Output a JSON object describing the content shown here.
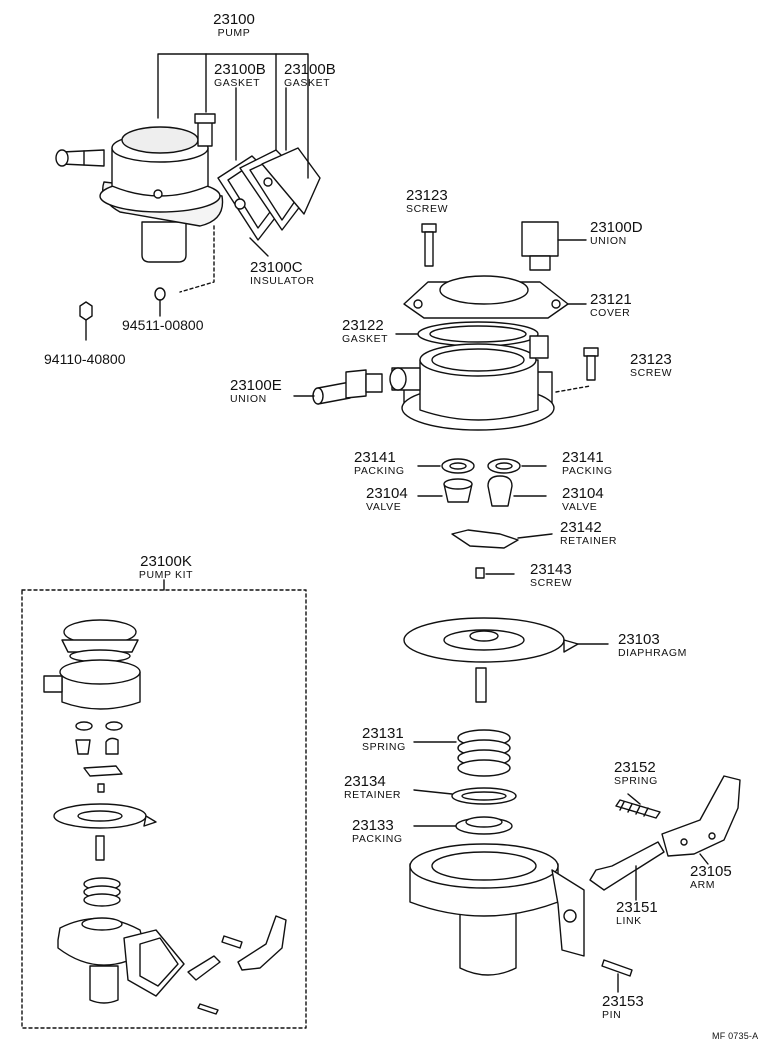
{
  "labels": {
    "pump": {
      "number": "23100",
      "name": "PUMP"
    },
    "gasket_a": {
      "number": "23100B",
      "name": "GASKET"
    },
    "gasket_b": {
      "number": "23100B",
      "name": "GASKET"
    },
    "insulator": {
      "number": "23100C",
      "name": "INSULATOR"
    },
    "nut": {
      "number": "94110-40800"
    },
    "washer": {
      "number": "94511-00800"
    },
    "screw_top": {
      "number": "23123",
      "name": "SCREW"
    },
    "union_d": {
      "number": "23100D",
      "name": "UNION"
    },
    "cover": {
      "number": "23121",
      "name": "COVER"
    },
    "gasket_cover": {
      "number": "23122",
      "name": "GASKET"
    },
    "screw_side": {
      "number": "23123",
      "name": "SCREW"
    },
    "union_e": {
      "number": "23100E",
      "name": "UNION"
    },
    "packing_left": {
      "number": "23141",
      "name": "PACKING"
    },
    "packing_right": {
      "number": "23141",
      "name": "PACKING"
    },
    "valve_left": {
      "number": "23104",
      "name": "VALVE"
    },
    "valve_right": {
      "number": "23104",
      "name": "VALVE"
    },
    "retainer_valve": {
      "number": "23142",
      "name": "RETAINER"
    },
    "screw_retainer": {
      "number": "23143",
      "name": "SCREW"
    },
    "pump_kit": {
      "number": "23100K",
      "name": "PUMP KIT"
    },
    "diaphragm": {
      "number": "23103",
      "name": "DIAPHRAGM"
    },
    "spring_main": {
      "number": "23131",
      "name": "SPRING"
    },
    "retainer_spring": {
      "number": "23134",
      "name": "RETAINER"
    },
    "packing_spring": {
      "number": "23133",
      "name": "PACKING"
    },
    "spring_arm": {
      "number": "23152",
      "name": "SPRING"
    },
    "arm": {
      "number": "23105",
      "name": "ARM"
    },
    "link": {
      "number": "23151",
      "name": "LINK"
    },
    "pin": {
      "number": "23153",
      "name": "PIN"
    }
  },
  "figure_ref": "MF 0735-A"
}
